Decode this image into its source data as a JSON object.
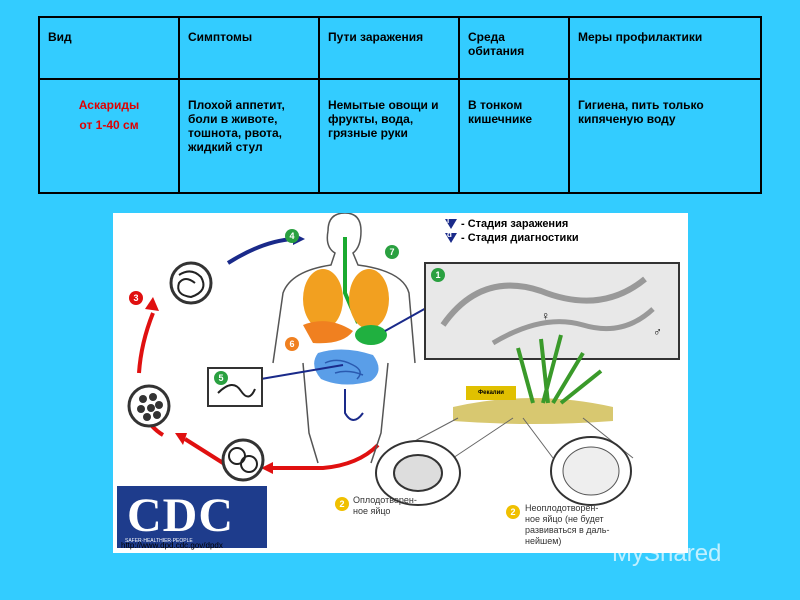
{
  "table": {
    "headers": [
      "Вид",
      "Симптомы",
      "Пути заражения",
      "Среда обитания",
      "Меры профилактики"
    ],
    "row": {
      "species_line1": "Аскариды",
      "species_line2": "от 1-40 см",
      "symptoms": "Плохой аппетит, боли в животе, тошнота, рвота, жидкий стул",
      "transmission": "Немытые овощи и фрукты, вода, грязные руки",
      "habitat": "В тонком кишечнике",
      "prevention": "Гигиена, пить только кипяченую воду"
    }
  },
  "figure": {
    "legend_infection": "- Стадия заражения",
    "legend_diagnostic": "- Стадия диагностики",
    "caption_fertilized": "Оплодотворен-\nное яйцо",
    "caption_unfertilized": "Неоплодотворен-\nное яйцо (не будет\nразвиваться в даль-\nнейшем)",
    "cdc_logo": "CDC",
    "cdc_sub": "SAFER·HEALTHIER·PEOPLE",
    "url": "http://www.dpd.cdc.gov/dpdx",
    "soil_label": "Фекалии",
    "steps": [
      "1",
      "2",
      "2",
      "3",
      "4",
      "5",
      "6",
      "7"
    ],
    "badge_i": "i",
    "badge_d": "d",
    "male_symbol": "♂",
    "female_symbol": "♀"
  },
  "watermark": "MyShared",
  "colors": {
    "background": "#33ccff",
    "species_red": "#e00000",
    "cdc_blue": "#1e3c8c"
  }
}
